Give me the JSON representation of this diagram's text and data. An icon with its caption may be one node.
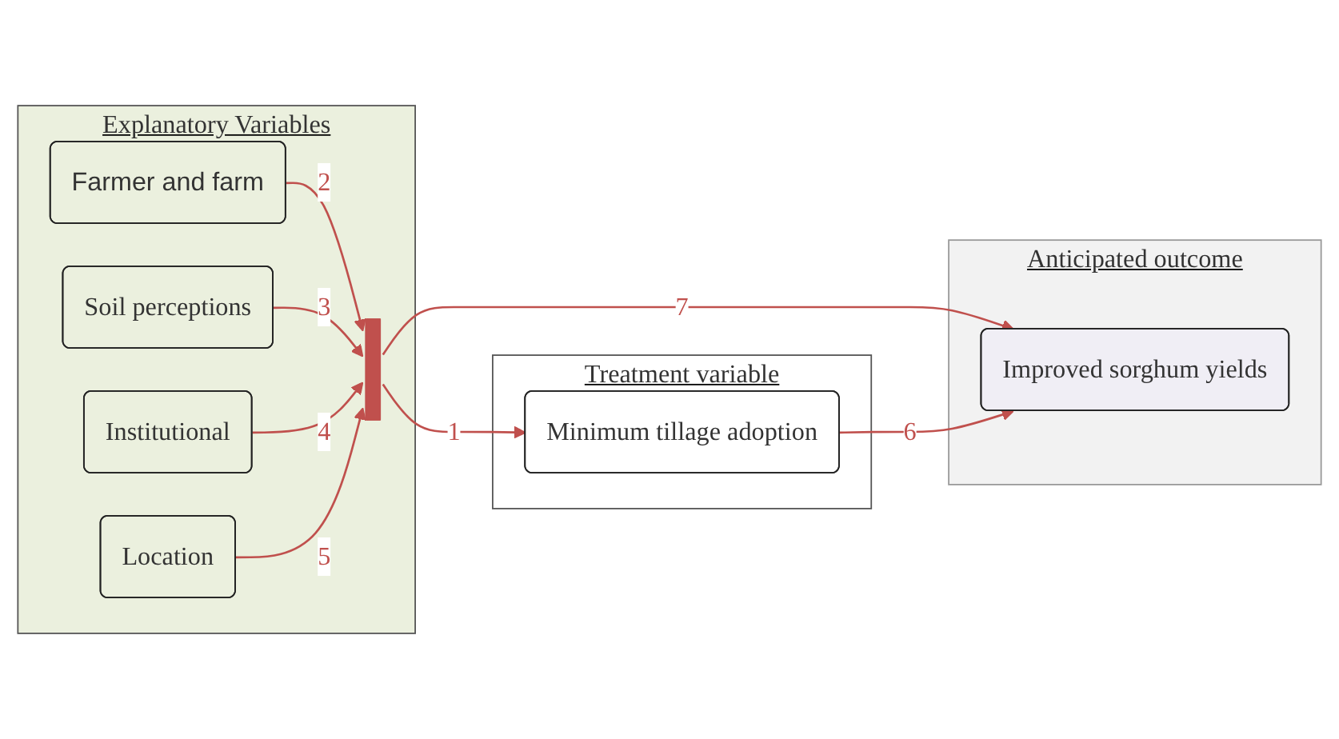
{
  "diagram": {
    "nodes": [
      {
        "text": [
          "Explanatory Variables"
        ]
      },
      {
        "text": [
          "Farmer and farm"
        ],
        "in": 0
      },
      {
        "text": [
          "Soil perceptions"
        ],
        "in": 0
      },
      {
        "text": [
          "Institutional"
        ],
        "in": 0
      },
      {
        "text": [
          "Location"
        ],
        "in": 0
      },
      {
        "text": [],
        "shape": "bar",
        "in": 0
      },
      {
        "text": [
          "Treatment variable"
        ]
      },
      {
        "text": [
          "Minimum tillage adoption"
        ],
        "in": 6
      },
      {
        "text": [
          "Anticipated outcome"
        ]
      },
      {
        "text": [
          "Improved sorghum yields"
        ],
        "in": 8
      }
    ],
    "edges": [
      {
        "from": 1,
        "to": 5,
        "arrow": "to",
        "label": "2"
      },
      {
        "from": 2,
        "to": 5,
        "arrow": "to",
        "label": "3"
      },
      {
        "from": 3,
        "to": 5,
        "arrow": "to",
        "label": "4"
      },
      {
        "from": 4,
        "to": 5,
        "arrow": "to",
        "label": "5"
      },
      {
        "from": 5,
        "to": 7,
        "arrow": "to",
        "label": "1"
      },
      {
        "from": 5,
        "to": 9,
        "arrow": "to",
        "label": "7"
      },
      {
        "from": 7,
        "to": 9,
        "arrow": "to",
        "label": "6"
      }
    ]
  }
}
